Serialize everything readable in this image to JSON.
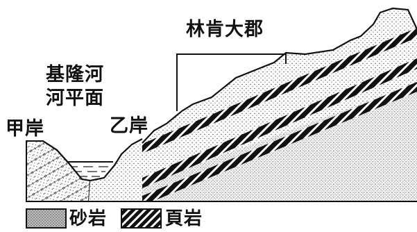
{
  "labels": {
    "mountain": "林肯大郡",
    "river_top": "基隆河",
    "river_bottom": "河平面",
    "bank_a": "甲岸",
    "bank_b": "乙岸"
  },
  "legend": {
    "sandstone": "砂岩",
    "shale": "頁岩"
  },
  "colors": {
    "outline": "#111111",
    "shale": "#111111",
    "speckle": "#555555",
    "background": "#ffffff"
  }
}
